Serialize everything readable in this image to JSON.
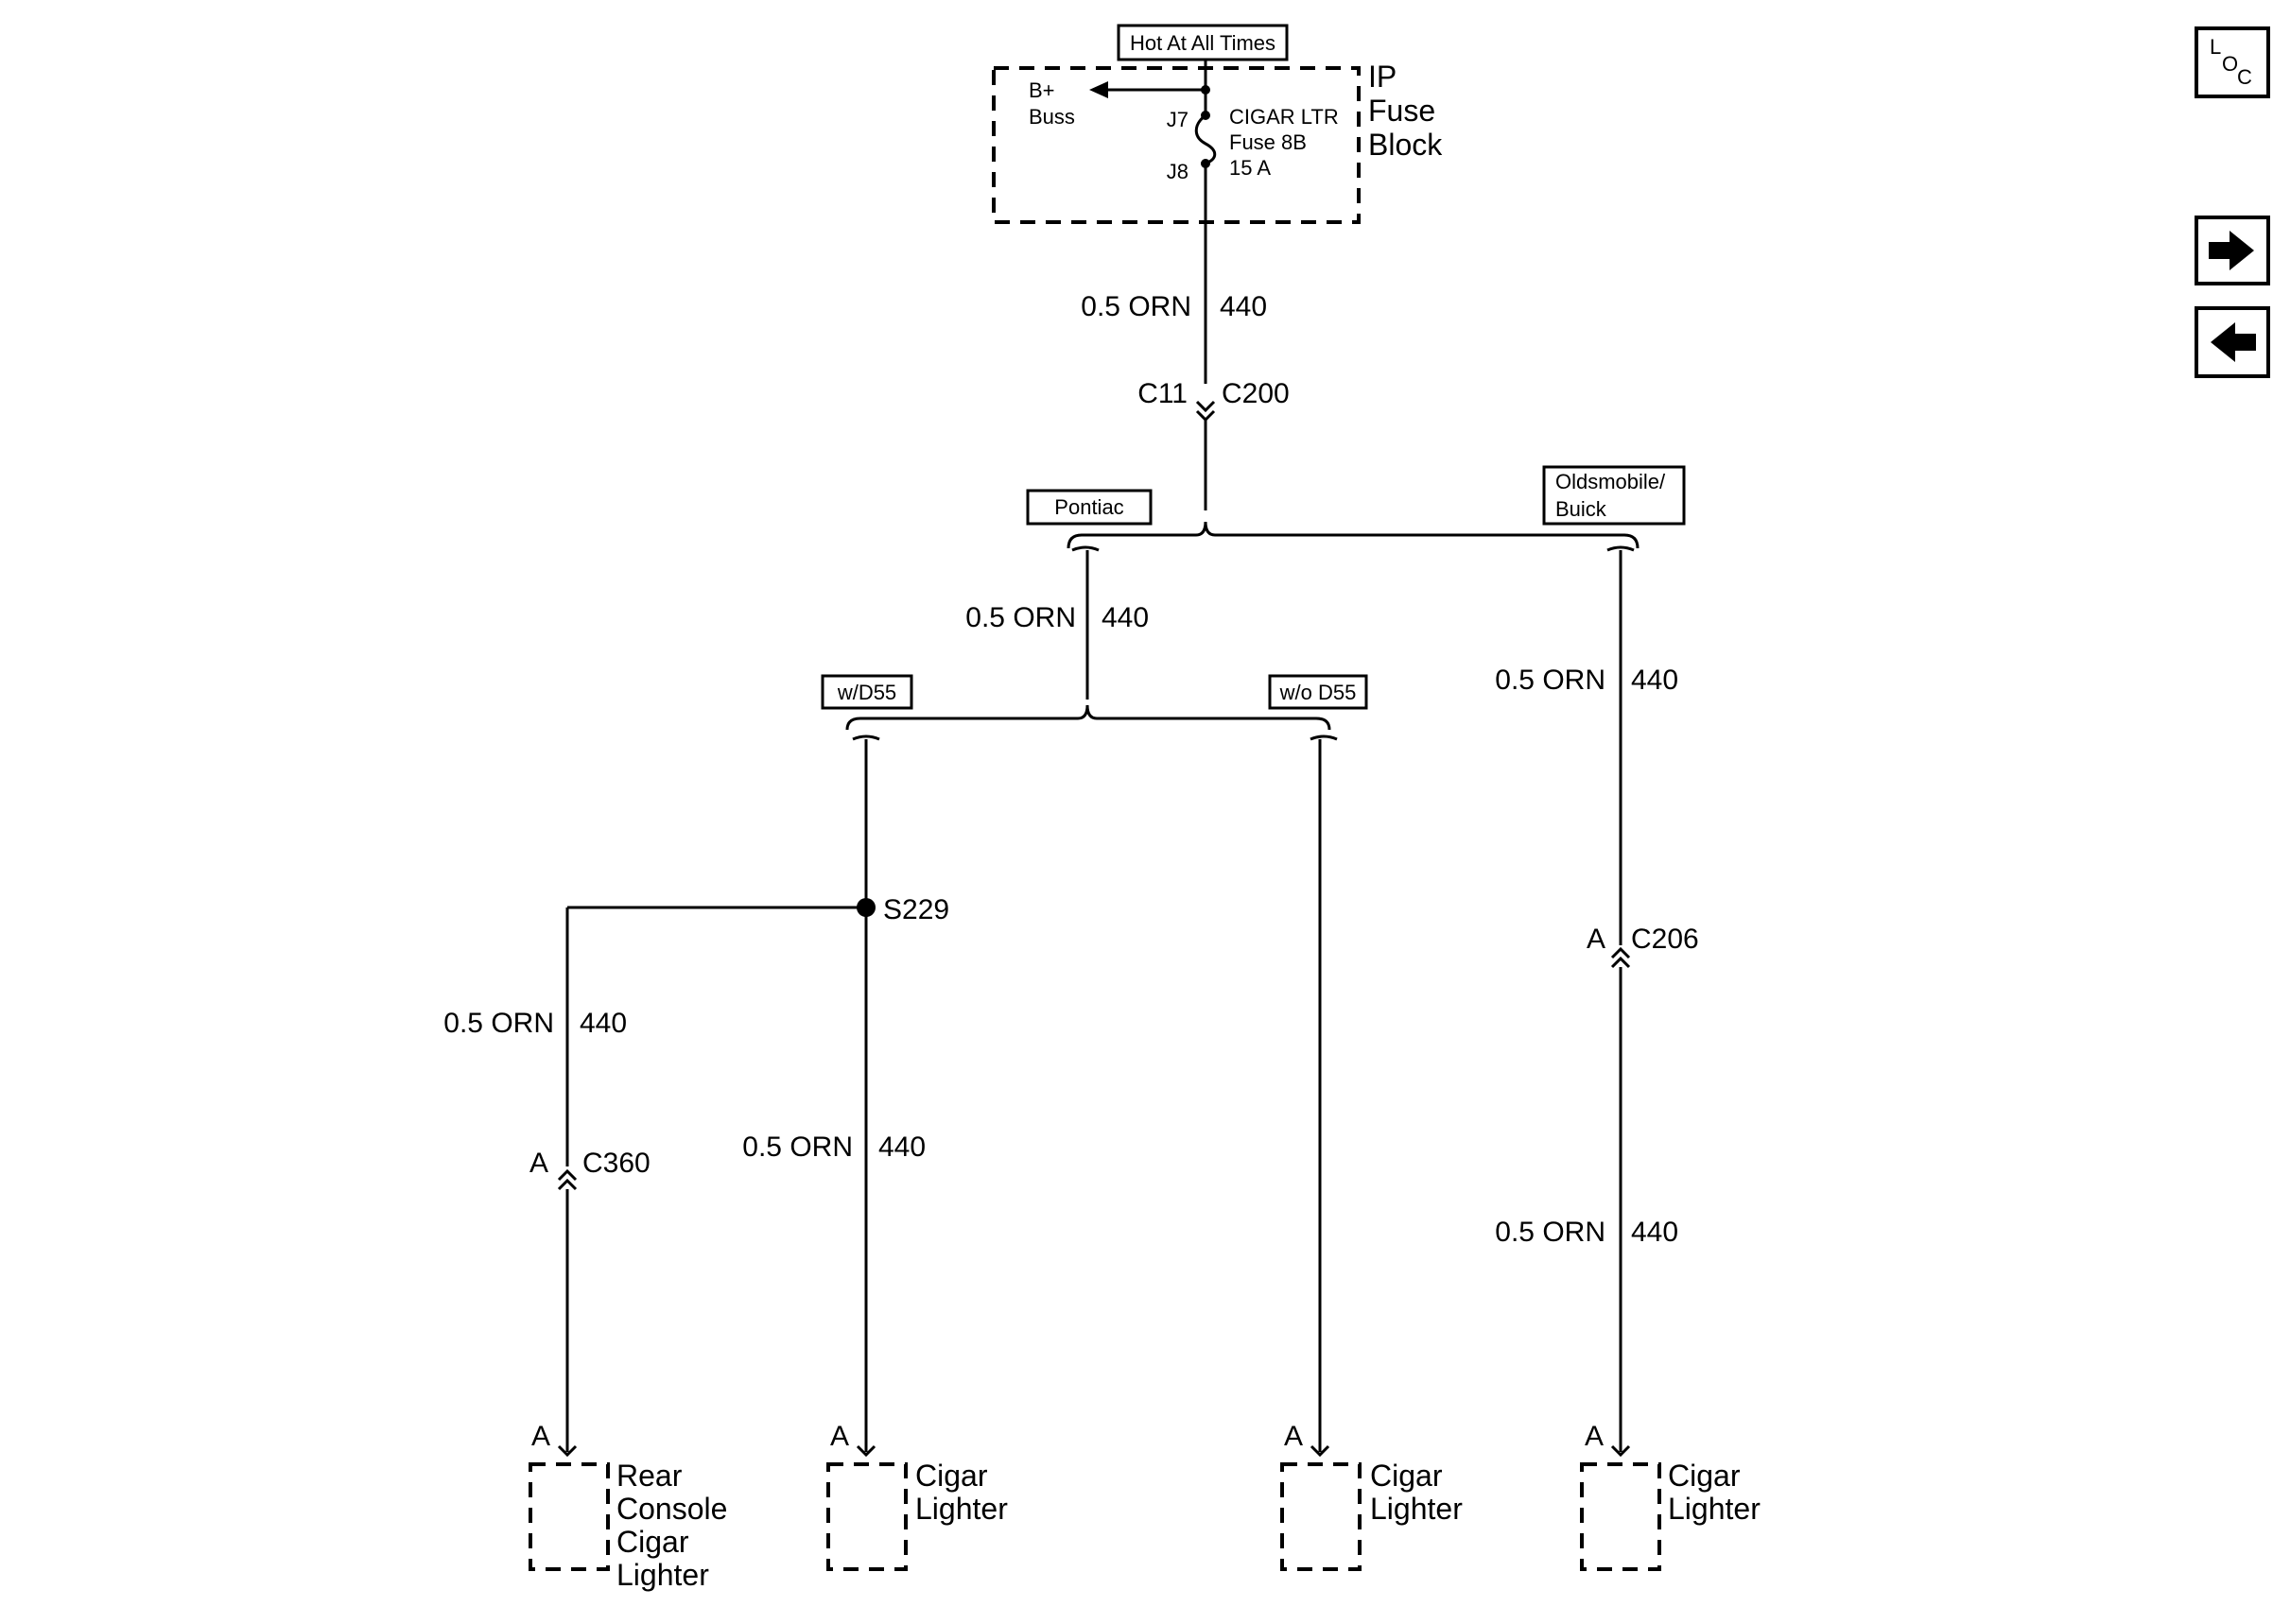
{
  "power": {
    "hot_label": "Hot At All Times",
    "block_name": [
      "IP",
      "Fuse",
      "Block"
    ],
    "buss": [
      "B+",
      "Buss"
    ],
    "terminal_top": "J7",
    "terminal_bottom": "J8",
    "fuse": [
      "CIGAR LTR",
      "Fuse 8B",
      "15 A"
    ]
  },
  "trunk": {
    "wire": {
      "size": "0.5 ORN",
      "circuit": "440"
    },
    "connector": {
      "pin": "C11",
      "name": "C200"
    }
  },
  "options": {
    "pontiac": "Pontiac",
    "olds_buick": [
      "Oldsmobile/",
      "Buick"
    ],
    "with_d55": "w/D55",
    "without_d55": "w/o D55"
  },
  "pontiac_branch": {
    "wire": {
      "size": "0.5 ORN",
      "circuit": "440"
    }
  },
  "splice": {
    "name": "S229"
  },
  "rear_branch": {
    "wire": {
      "size": "0.5 ORN",
      "circuit": "440"
    },
    "connector": {
      "pin": "A",
      "name": "C360"
    }
  },
  "front_branch": {
    "wire": {
      "size": "0.5 ORN",
      "circuit": "440"
    }
  },
  "olds_branch": {
    "wire_top": {
      "size": "0.5 ORN",
      "circuit": "440"
    },
    "connector": {
      "pin": "A",
      "name": "C206"
    },
    "wire_bottom": {
      "size": "0.5 ORN",
      "circuit": "440"
    }
  },
  "loads": [
    {
      "pin": "A",
      "name": [
        "Rear",
        "Console",
        "Cigar",
        "Lighter"
      ]
    },
    {
      "pin": "A",
      "name": [
        "Cigar",
        "Lighter"
      ]
    },
    {
      "pin": "A",
      "name": [
        "Cigar",
        "Lighter"
      ]
    },
    {
      "pin": "A",
      "name": [
        "Cigar",
        "Lighter"
      ]
    }
  ],
  "nav": {
    "loc": [
      "L",
      "O",
      "C"
    ],
    "next_icon": "arrow-right-icon",
    "prev_icon": "arrow-left-icon"
  }
}
